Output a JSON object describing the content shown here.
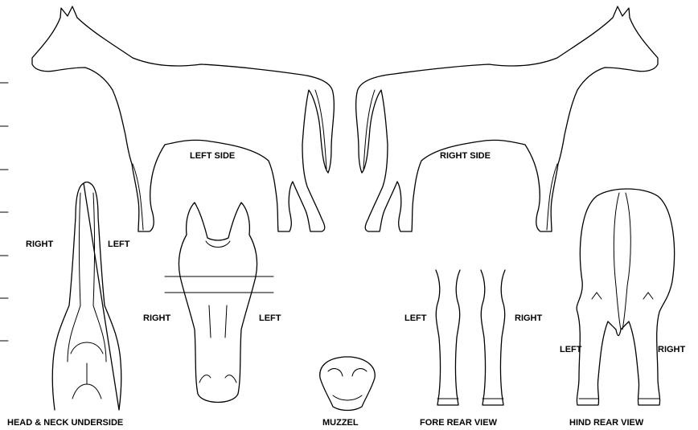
{
  "labels": {
    "left_side_view": "LEFT SIDE",
    "right_side_view": "RIGHT SIDE",
    "neck_right": "RIGHT",
    "neck_left": "LEFT",
    "head_right": "RIGHT",
    "head_left": "LEFT",
    "fore_left": "LEFT",
    "fore_right": "RIGHT",
    "hind_left": "LEFT",
    "hind_right": "RIGHT"
  },
  "captions": {
    "head_neck": "HEAD & NECK UNDERSIDE",
    "muzzle": "MUZZEL",
    "fore_rear": "FORE REAR VIEW",
    "hind_rear": "HIND REAR VIEW"
  }
}
